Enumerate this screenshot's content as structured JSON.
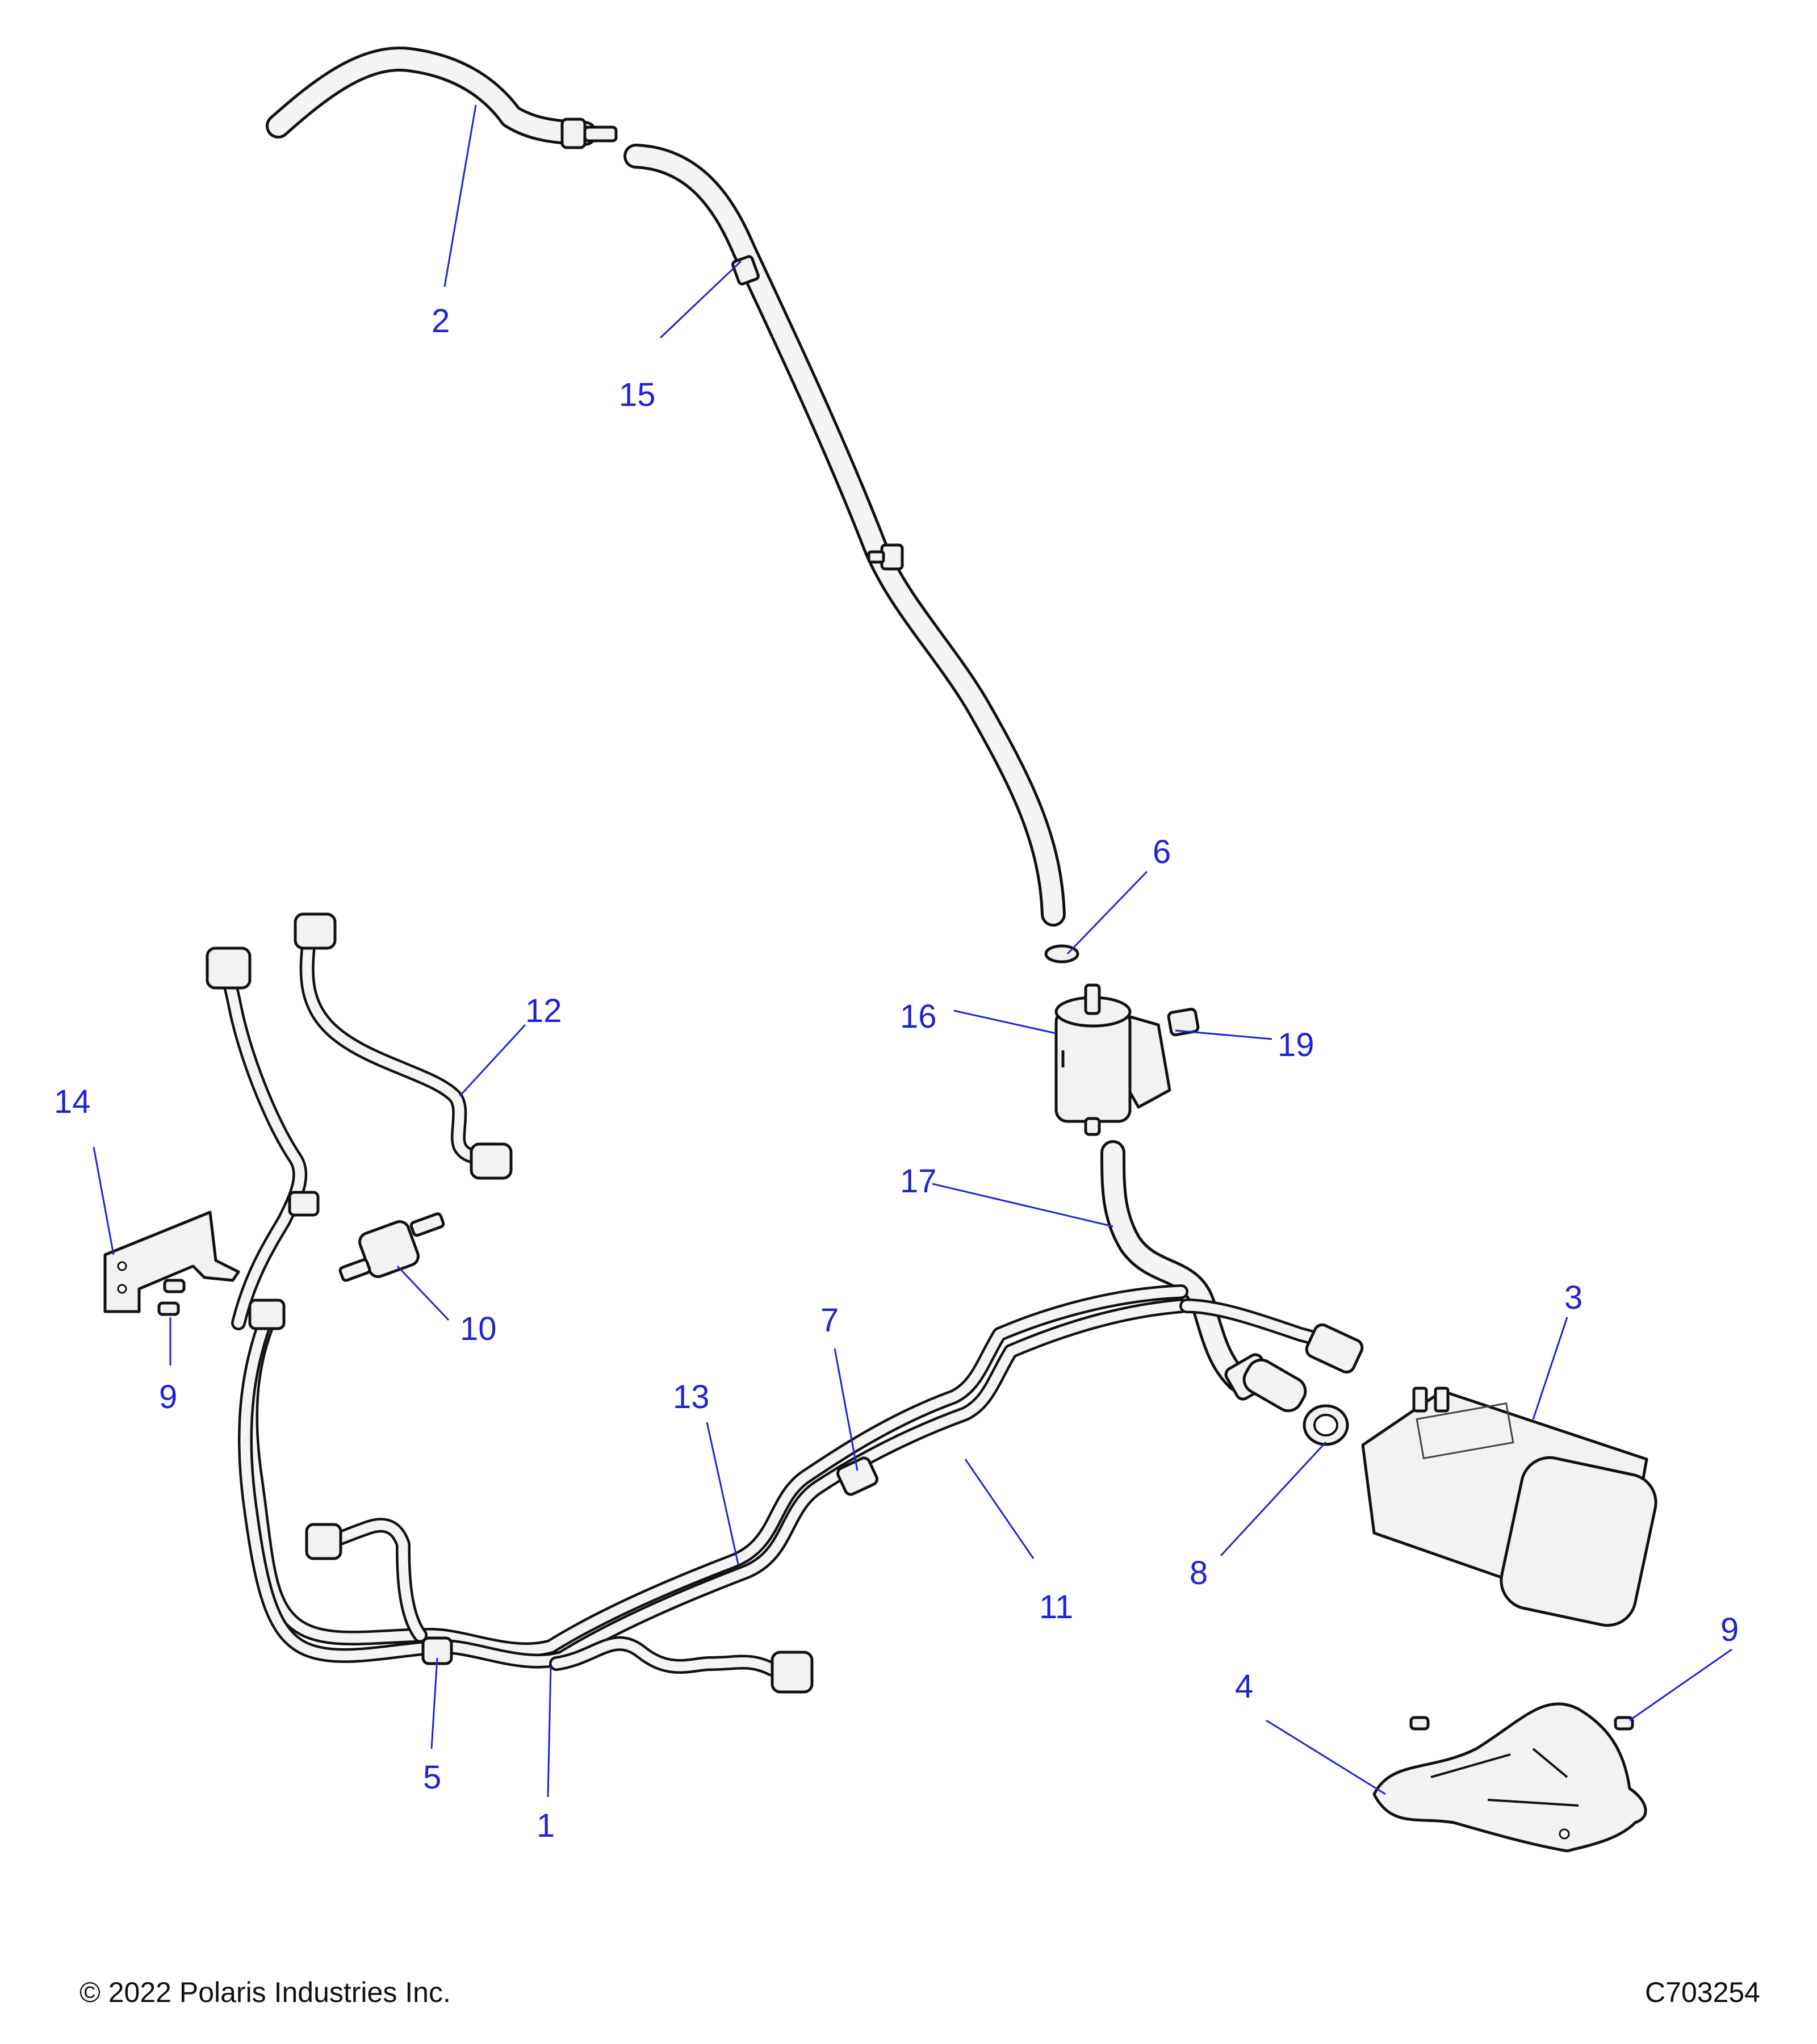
{
  "callouts": {
    "c1": "1",
    "c2": "2",
    "c3": "3",
    "c4": "4",
    "c5": "5",
    "c6": "6",
    "c7": "7",
    "c8": "8",
    "c9a": "9",
    "c9b": "9",
    "c10": "10",
    "c11": "11",
    "c12": "12",
    "c13": "13",
    "c14": "14",
    "c15": "15",
    "c16": "16",
    "c17": "17",
    "c19": "19"
  },
  "footer": {
    "copyright": "© 2022 Polaris Industries Inc.",
    "drawing_id": "C703254"
  },
  "colors": {
    "callout": "#1f22d8",
    "line": "#111111",
    "part_fill": "#f2f2f2"
  }
}
